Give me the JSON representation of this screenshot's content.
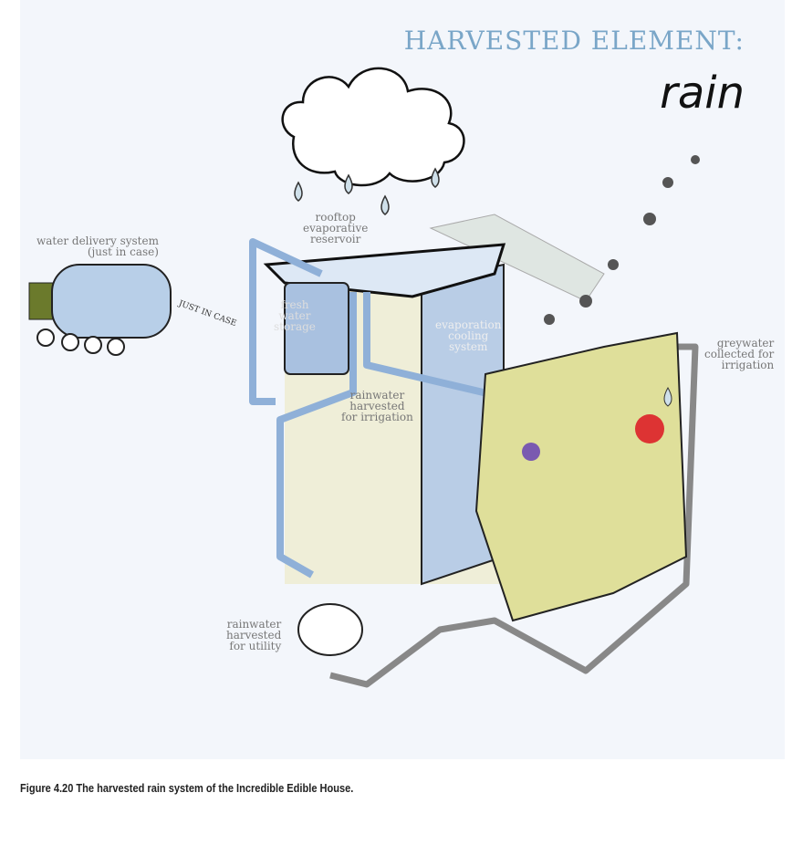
{
  "figure": {
    "title": "HARVESTED ELEMENT:",
    "subtitle": "rain",
    "labels": {
      "water_delivery": [
        "water delivery system",
        "(just in case)"
      ],
      "hose_text": "JUST IN CASE",
      "rooftop": [
        "rooftop",
        "evaporative",
        "reservoir"
      ],
      "fresh_water": [
        "fresh",
        "water",
        "storage"
      ],
      "evaporation": [
        "evaporation",
        "cooling",
        "system"
      ],
      "rain_irrigation": [
        "rainwater",
        "harvested",
        "for irrigation"
      ],
      "greywater": [
        "greywater",
        "collected for",
        "irrigation"
      ],
      "rain_utility": [
        "rainwater",
        "harvested",
        "for utility"
      ]
    }
  },
  "caption": "Figure 4.20   The harvested rain system of the Incredible Edible House."
}
